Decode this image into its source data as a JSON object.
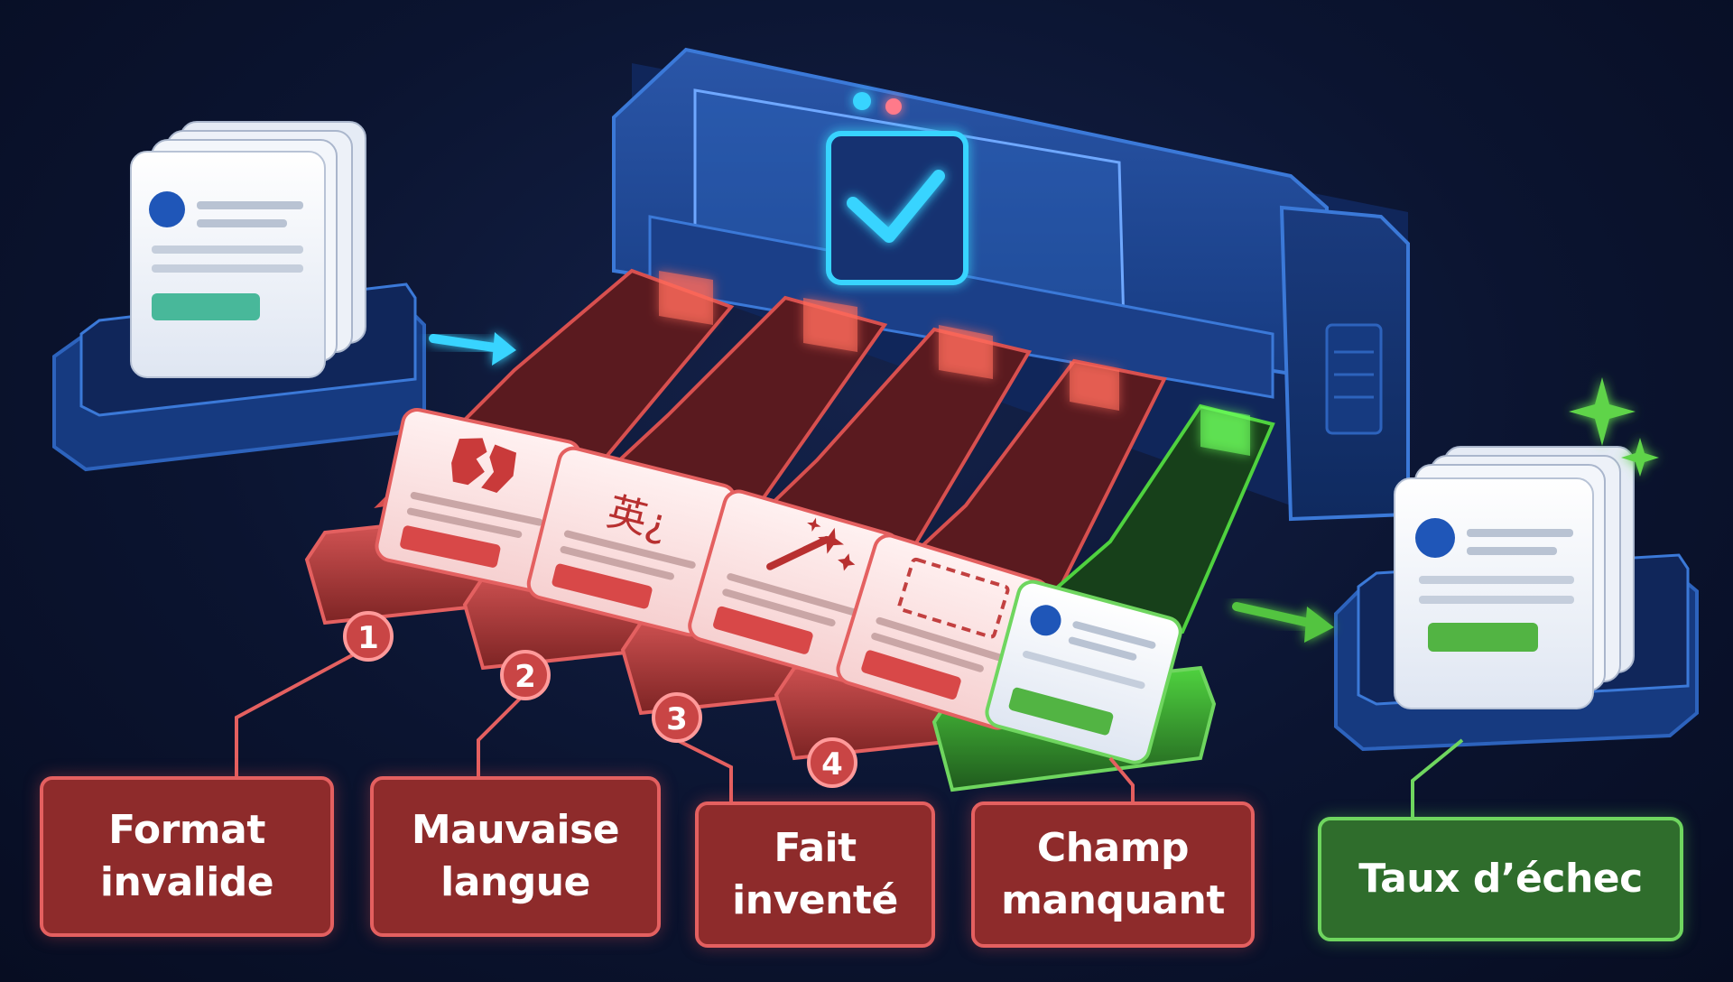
{
  "labels": {
    "format_invalide": "Format\ninvalide",
    "mauvaise_langue": "Mauvaise\nlangue",
    "fait_invente": "Fait\ninventé",
    "champ_manquant": "Champ\nmanquant",
    "taux_echec": "Taux d’échec"
  },
  "badges": [
    "1",
    "2",
    "3",
    "4"
  ],
  "glyphs": {
    "language_card": "英¿"
  },
  "icons": {
    "machine": "check-icon",
    "card1": "broken-shape-icon",
    "card2": "language-glyph-icon",
    "card3": "magic-wand-icon",
    "card4": "dashed-box-icon",
    "sparkle": "sparkle-icon"
  },
  "colors": {
    "background": "#0b1430",
    "machine": "#1d3f86",
    "reject": "#c94545",
    "pass": "#52b443",
    "accent": "#38d4ff"
  }
}
